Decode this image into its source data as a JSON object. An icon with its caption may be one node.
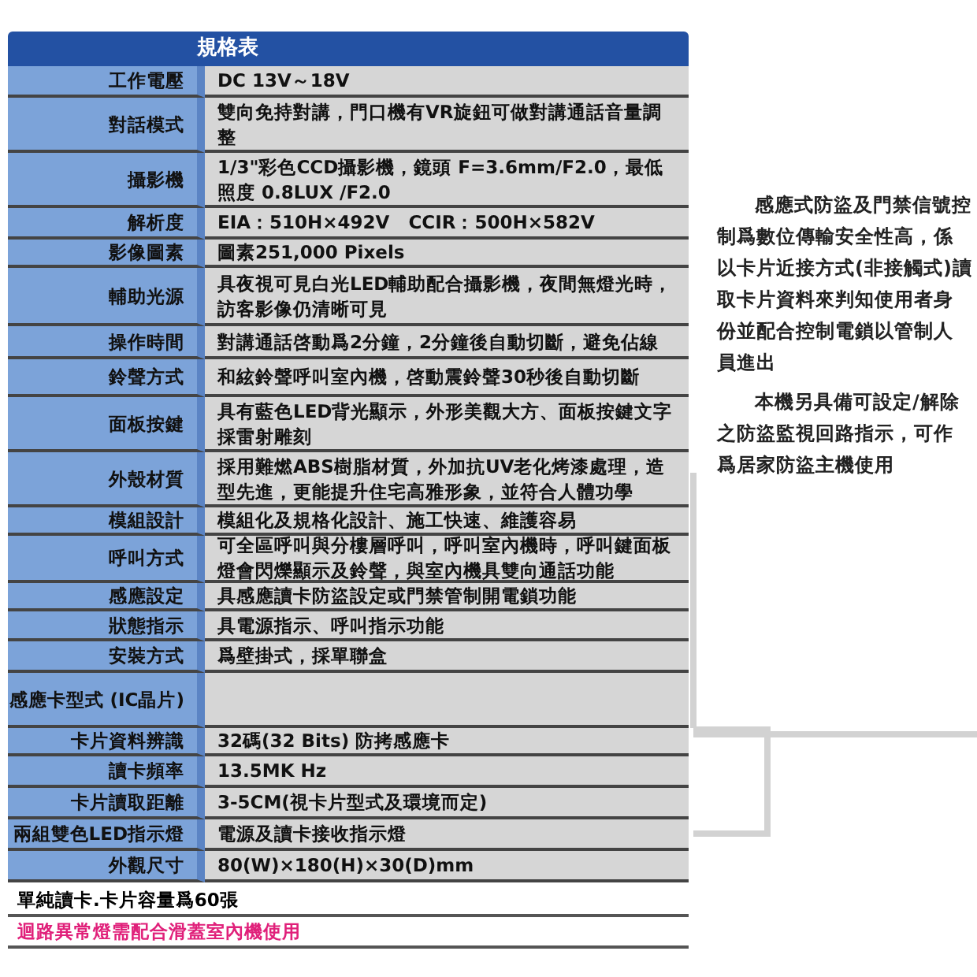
{
  "diagram": {
    "title": "規格表",
    "labels": [
      "工作電壓",
      "DC 13V～18V",
      "對話模式",
      "雙向免持對講，門口機有VR旋鈕可做對講通話音量調整",
      "攝影機",
      "1/3\"彩色CCD攝影機，鏡頭 F=3.6mm/F2.0，最低照度 0.8LUX /F2.0",
      "解析度",
      "EIA：510H×492V　CCIR：500H×582V",
      "影像圖素",
      "圖素251,000 Pixels",
      "輔助光源",
      "具夜視可見白光LED輔助配合攝影機，夜間無燈光時，訪客影像仍清晰可見",
      "操作時間",
      "對講通話啓動爲2分鐘，2分鐘後自動切斷，避免佔線",
      "鈴聲方式",
      "和絃鈴聲呼叫室內機，啓動震鈴聲30秒後自動切斷",
      "面板按鍵",
      "具有藍色LED背光顯示，外形美觀大方、面板按鍵文字採雷射雕刻",
      "外殼材質",
      "採用難燃ABS樹脂材質，外加抗UV老化烤漆處理，造型先進，更能提升住宅高雅形象，並符合人體功學",
      "模組設計",
      "模組化及規格化設計、施工快速、維護容易",
      "呼叫方式",
      "可全區呼叫與分樓層呼叫，呼叫室內機時，呼叫鍵面板燈會閃爍顯示及鈴聲，與室內機具雙向通話功能",
      "感應設定",
      "具感應讀卡防盜設定或門禁管制開電鎖功能",
      "狀態指示",
      "具電源指示、呼叫指示功能",
      "安裝方式",
      "爲壁掛式，採單聯盒",
      "感應卡型式 (IC晶片)",
      "卡片資料辨識",
      "32碼(32 Bits) 防拷感應卡",
      "讀卡頻率",
      "13.5MK Hz",
      "卡片讀取距離",
      "3-5CM(視卡片型式及環境而定)",
      "兩組雙色LED指示燈",
      "電源及讀卡接收指示燈",
      "外觀尺寸",
      "80(W)×180(H)×30(D)mm",
      "單純讀卡.卡片容量爲60張",
      "迴路異常燈需配合滑蓋室內機使用",
      "感應式防盜及門禁信號控制爲數位傳輸安全性高，係以卡片近接方式(非接觸式)讀取卡片資料來判知使用者身份並配合控制電鎖以管制人員進出",
      "本機另具備可設定/解除之防盜監視回路指示，可作爲居家防盜主機使用"
    ]
  }
}
